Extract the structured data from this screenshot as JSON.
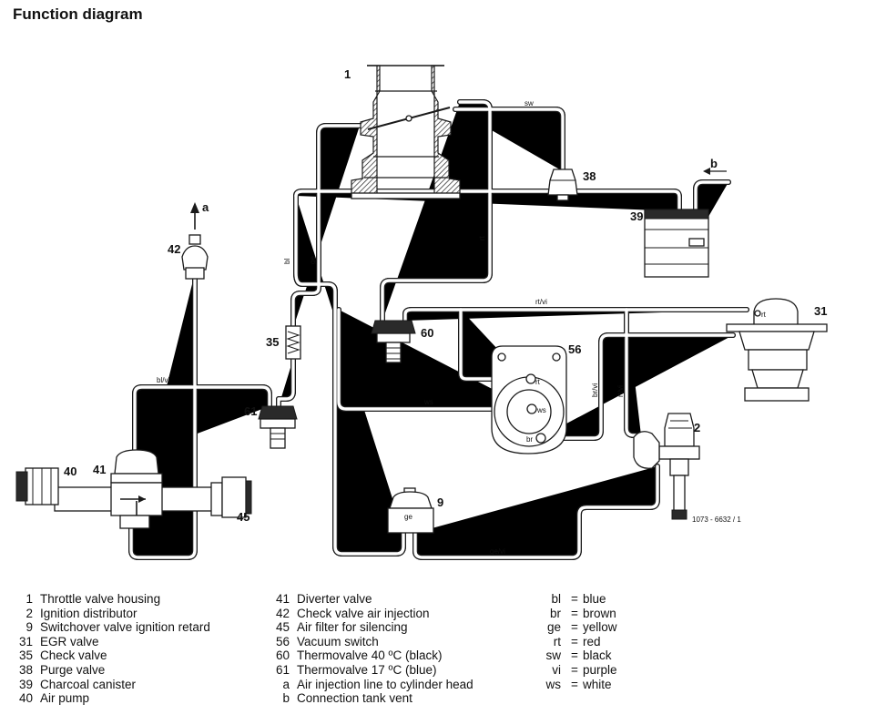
{
  "title": "Function diagram",
  "component_numbers": {
    "throttle_housing": "1",
    "ignition_distributor": "2",
    "switchover_valve": "9",
    "egr_valve": "31",
    "check_valve": "35",
    "purge_valve": "38",
    "charcoal_canister": "39",
    "air_pump": "40",
    "diverter_valve": "41",
    "check_valve_air_injection": "42",
    "air_filter": "45",
    "vacuum_switch": "56",
    "thermovalve_40": "60",
    "thermovalve_17": "61",
    "arrow_a": "a",
    "arrow_b": "b"
  },
  "line_labels": {
    "sw": "sw",
    "rt_vertical": "rt",
    "bl": "bl",
    "ge": "ge",
    "rt_vi_top": "rt/vi",
    "rt_vi_vertical": "rt/vi",
    "br_vi": "br/vi",
    "bl_vi": "bl/vi",
    "ws": "ws",
    "ge_vi": "ge/vi"
  },
  "part_labels": {
    "vacuum_switch_rt": "rt",
    "vacuum_switch_ws": "ws",
    "vacuum_switch_br": "br",
    "egr_rt": "rt",
    "switchover_ge": "ge"
  },
  "drawing_number": "1073 - 6632 / 1",
  "legend_components": [
    {
      "num": "1",
      "text": "Throttle valve housing"
    },
    {
      "num": "2",
      "text": "Ignition distributor"
    },
    {
      "num": "9",
      "text": "Switchover valve ignition retard"
    },
    {
      "num": "31",
      "text": "EGR valve"
    },
    {
      "num": "35",
      "text": "Check valve"
    },
    {
      "num": "38",
      "text": "Purge valve"
    },
    {
      "num": "39",
      "text": "Charcoal canister"
    },
    {
      "num": "40",
      "text": "Air pump"
    }
  ],
  "legend_components_2": [
    {
      "num": "41",
      "text": "Diverter valve"
    },
    {
      "num": "42",
      "text": "Check valve air injection"
    },
    {
      "num": "45",
      "text": "Air filter for silencing"
    },
    {
      "num": "56",
      "text": "Vacuum switch"
    },
    {
      "num": "60",
      "text": "Thermovalve 40 ºC (black)"
    },
    {
      "num": "61",
      "text": "Thermovalve 17 ºC (blue)"
    },
    {
      "num": "a",
      "text": "Air injection line to cylinder head"
    },
    {
      "num": "b",
      "text": "Connection tank vent"
    }
  ],
  "legend_colors": [
    {
      "code": "bl",
      "eq": "=",
      "color": "blue"
    },
    {
      "code": "br",
      "eq": "=",
      "color": "brown"
    },
    {
      "code": "ge",
      "eq": "=",
      "color": "yellow"
    },
    {
      "code": "rt",
      "eq": "=",
      "color": "red"
    },
    {
      "code": "sw",
      "eq": "=",
      "color": "black"
    },
    {
      "code": "vi",
      "eq": "=",
      "color": "purple"
    },
    {
      "code": "ws",
      "eq": "=",
      "color": "white"
    }
  ]
}
